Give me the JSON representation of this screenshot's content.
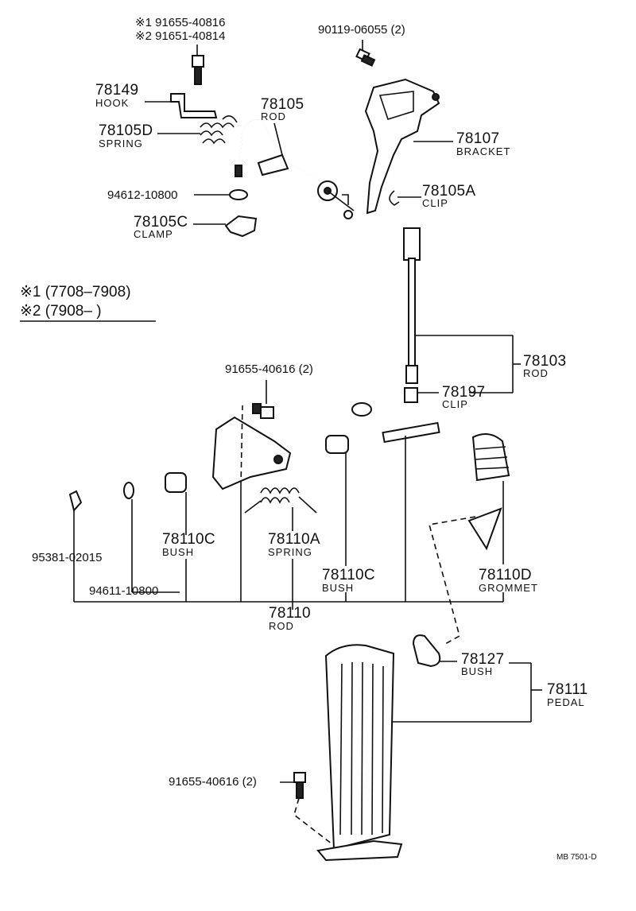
{
  "callouts": {
    "note1_code": "※1 91655-40816",
    "note2_code": "※2 91651-40814",
    "bolt_top": "90119-06055 (2)",
    "p78149": "78149",
    "p78149_name": "HOOK",
    "p78105": "78105",
    "p78105_name": "ROD",
    "p78105D": "78105D",
    "p78105D_name": "SPRING",
    "p78107": "78107",
    "p78107_name": "BRACKET",
    "washer": "94612-10800",
    "p78105A": "78105A",
    "p78105A_name": "CLIP",
    "p78105C": "78105C",
    "p78105C_name": "CLAMP",
    "p78103": "78103",
    "p78103_name": "ROD",
    "bolt_mid": "91655-40616 (2)",
    "p78197": "78197",
    "p78197_name": "CLIP",
    "pin": "95381-02015",
    "p78110C_left": "78110C",
    "p78110C_left_name": "BUSH",
    "p78110A": "78110A",
    "p78110A_name": "SPRING",
    "p78110C_right": "78110C",
    "p78110C_right_name": "BUSH",
    "p78110D": "78110D",
    "p78110D_name": "GROMMET",
    "washer2": "94611-10800",
    "p78110": "78110",
    "p78110_name": "ROD",
    "p78127": "78127",
    "p78127_name": "BUSH",
    "p78111": "78111",
    "p78111_name": "PEDAL",
    "bolt_bottom": "91655-40616 (2)"
  },
  "legend": {
    "line1": "※1 (7708–7908)",
    "line2": "※2 (7908–        )"
  },
  "footer_code": "MB 7501-D"
}
